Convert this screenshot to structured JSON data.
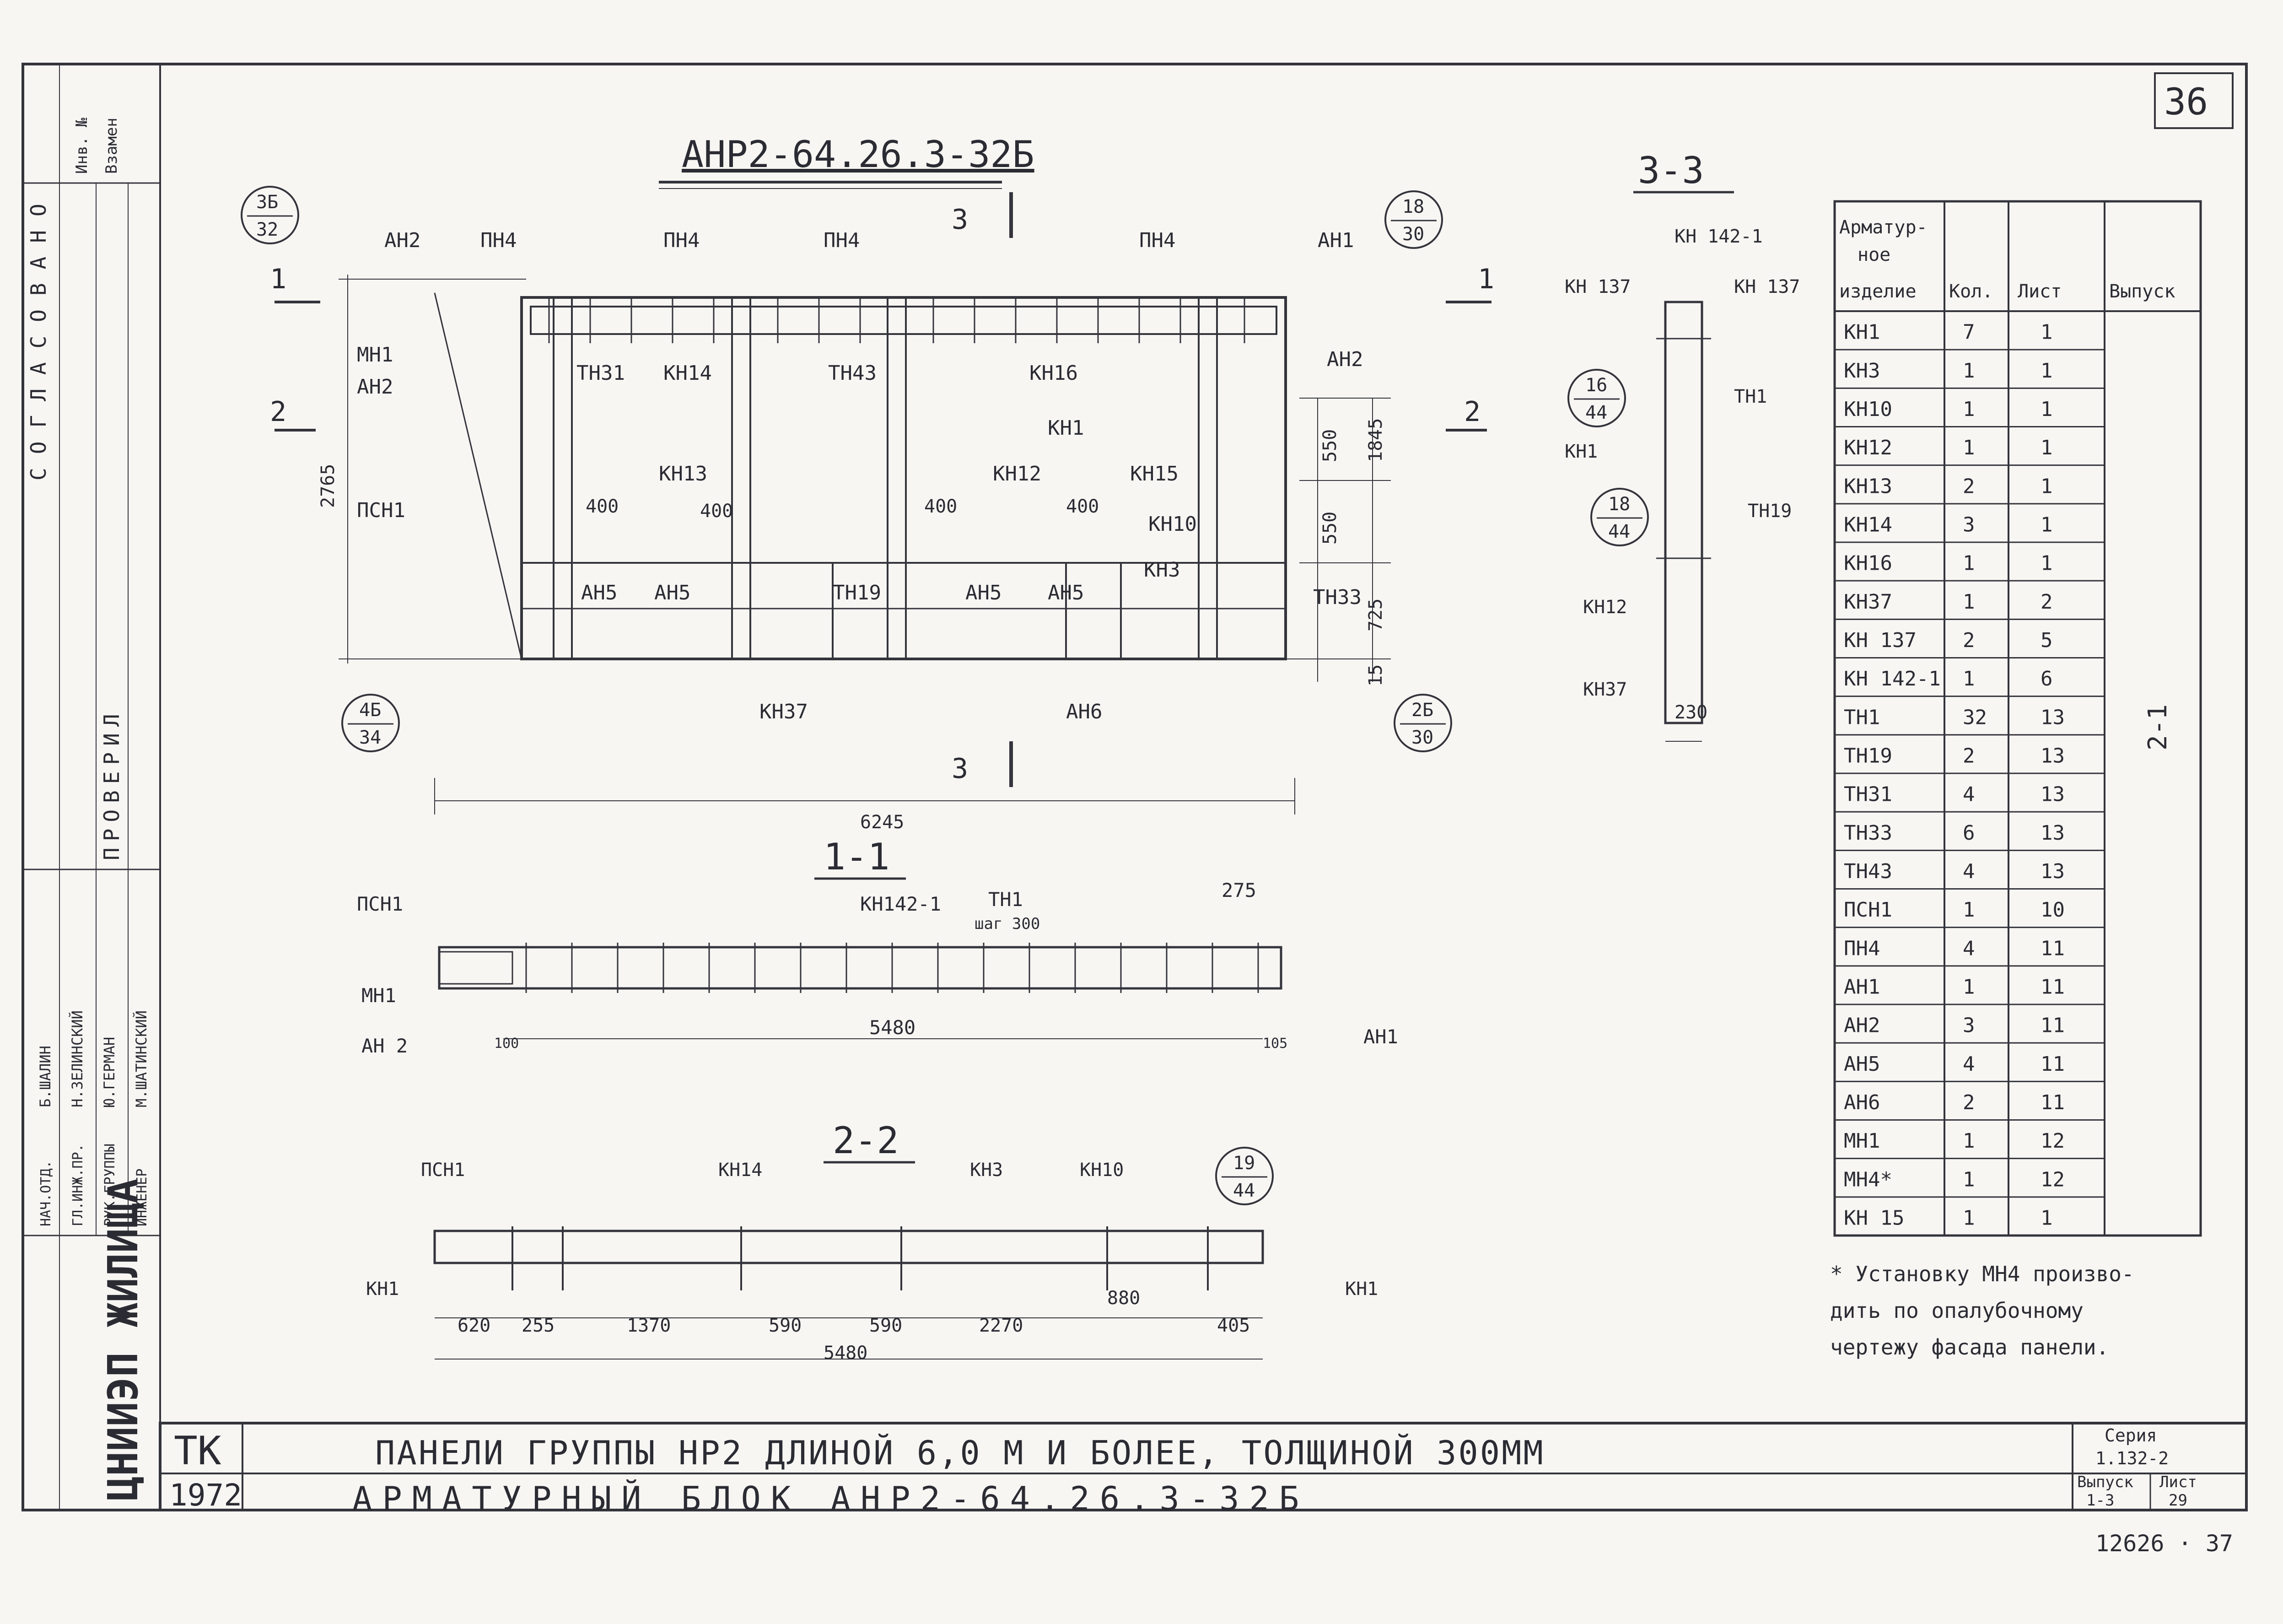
{
  "sheet_number": "36",
  "panel_code": "АНР2-64.26.3-32Б",
  "sections": {
    "s11": "1-1",
    "s22": "2-2",
    "s33": "3-3",
    "m1": "1",
    "m2": "2",
    "m3": "3"
  },
  "circles": {
    "c1": [
      "3Б",
      "32"
    ],
    "c2": [
      "18",
      "30"
    ],
    "c3": [
      "4Б",
      "34"
    ],
    "c4": [
      "2Б",
      "30"
    ],
    "c5": [
      "16",
      "44"
    ],
    "c6": [
      "18",
      "44"
    ],
    "c7": [
      "19",
      "44"
    ]
  },
  "elevation": {
    "labels": {
      "an2_top": "АН2",
      "pn4_1": "ПН4",
      "pn4_2": "ПН4",
      "pn4_3": "ПН4",
      "pn4_4": "ПН4",
      "an1": "АН1",
      "mn1": "МН1",
      "an2_left": "АН2",
      "psn1": "ПСН1",
      "tn31": "ТН31",
      "kn14": "КН14",
      "tn43": "ТН43",
      "kn16": "КН16",
      "an2_right": "АН2",
      "kn1": "КН1",
      "kn13": "КН13",
      "kn12": "КН12",
      "kn15": "КН15",
      "kn10": "КН10",
      "kn3": "КН3",
      "an5_1": "АН5",
      "an5_2": "АН5",
      "an5_3": "АН5",
      "an5_4": "АН5",
      "tn19": "ТН19",
      "tn33": "ТН33",
      "kn37": "КН37",
      "an6": "АН6"
    },
    "dims": {
      "d2765": "2765",
      "d6245": "6245",
      "d550a": "550",
      "d550b": "550",
      "d1845": "1845",
      "d725": "725",
      "d15": "15",
      "d400a": "400",
      "d400b": "400",
      "d400c": "400",
      "d400d": "400"
    }
  },
  "section33": {
    "kn142": "КН 142-1",
    "kn137a": "КН 137",
    "kn137b": "КН 137",
    "tn1": "ТН1",
    "kn1": "КН1",
    "tn19": "ТН19",
    "kn12": "КН12",
    "kn37": "КН37",
    "d230": "230"
  },
  "section11": {
    "psn1": "ПСН1",
    "mn1": "МН1",
    "an2": "АН 2",
    "kn142": "КН142-1",
    "tn1": "ТН1",
    "step": "шаг 300",
    "d275": "275",
    "d5480": "5480",
    "d100": "100",
    "d105": "105",
    "an1": "АН1"
  },
  "section22": {
    "psn1": "ПСН1",
    "kn14": "КН14",
    "kn3": "КН3",
    "kn10": "КН10",
    "kn1a": "КН1",
    "kn1b": "КН1",
    "dims": [
      "620",
      "255",
      "1370",
      "590",
      "590",
      "2270",
      "880",
      "405"
    ],
    "total": "5480"
  },
  "table": {
    "headers": [
      "Арматур-ное изделие",
      "Кол.",
      "Лист",
      "Выпуск"
    ],
    "rows": [
      [
        "КН1",
        "7",
        "1"
      ],
      [
        "КН3",
        "1",
        "1"
      ],
      [
        "КН10",
        "1",
        "1"
      ],
      [
        "КН12",
        "1",
        "1"
      ],
      [
        "КН13",
        "2",
        "1"
      ],
      [
        "КН14",
        "3",
        "1"
      ],
      [
        "КН16",
        "1",
        "1"
      ],
      [
        "КН37",
        "1",
        "2"
      ],
      [
        "КН 137",
        "2",
        "5"
      ],
      [
        "КН 142-1",
        "1",
        "6"
      ],
      [
        "ТН1",
        "32",
        "13"
      ],
      [
        "ТН19",
        "2",
        "13"
      ],
      [
        "ТН31",
        "4",
        "13"
      ],
      [
        "ТН33",
        "6",
        "13"
      ],
      [
        "ТН43",
        "4",
        "13"
      ],
      [
        "ПСН1",
        "1",
        "10"
      ],
      [
        "ПН4",
        "4",
        "11"
      ],
      [
        "АН1",
        "1",
        "11"
      ],
      [
        "АН2",
        "3",
        "11"
      ],
      [
        "АН5",
        "4",
        "11"
      ],
      [
        "АН6",
        "2",
        "11"
      ],
      [
        "МН1",
        "1",
        "12"
      ],
      [
        "МН4*",
        "1",
        "12"
      ],
      [
        "КН 15",
        "1",
        "1"
      ]
    ],
    "release": "2-1"
  },
  "note": [
    "* Установку МН4 произво-",
    "дить по опалубочному",
    "чертежу фасада панели."
  ],
  "title_block": {
    "org_a": "ТК",
    "year": "1972",
    "line1": "ПАНЕЛИ  ГРУППЫ  НР2  ДЛИНОЙ 6,0 М И БОЛЕЕ, ТОЛЩИНОЙ 300ММ",
    "line2": "АРМАТУРНЫЙ   БЛОК   АНР2-64.26.3-32Б",
    "series_label": "Серия",
    "series": "1.132-2",
    "release_label": "Выпуск",
    "release": "1-3",
    "sheet_label": "Лист",
    "sheet": "29"
  },
  "stamp": {
    "approved": "СОГЛАСОВАНО",
    "inv": "Инв. №",
    "vzamen": "Взамен",
    "check": "ПРОВЕРИЛ",
    "names": [
      "Б.ШАЛИН",
      "Н.ЗЕЛИНСКИЙ",
      "Ю.ГЕРМАН",
      "М.ШАТИНСКИЙ"
    ],
    "roles": [
      "НАЧ.ОТД.",
      "ГЛ.ИНЖ.ПР.",
      "РУК.ГРУППЫ",
      "ИНЖЕНЕР"
    ],
    "org": "ЦНИИЭП ЖИЛИЩА"
  },
  "footer_number": "12626 · 37"
}
